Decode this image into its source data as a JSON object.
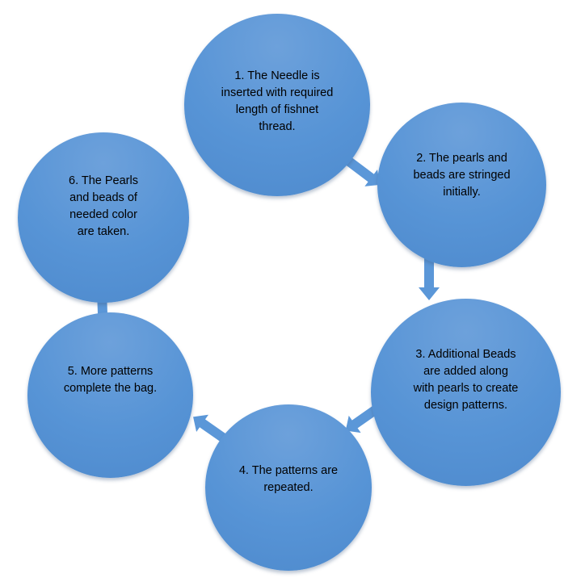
{
  "steps": [
    {
      "label": "1. The Needle is\ninserted with required\nlength of fishnet\nthread."
    },
    {
      "label": "2. The pearls and\nbeads are stringed\ninitially."
    },
    {
      "label": "3. Additional Beads\nare added along\nwith pearls to create\ndesign patterns."
    },
    {
      "label": "4. The patterns are\nrepeated."
    },
    {
      "label": "5. More patterns\ncomplete the bag."
    },
    {
      "label": "6. The Pearls\nand beads of\nneeded color\nare taken."
    }
  ],
  "colors": {
    "circle": "#5b97d8",
    "arrow": "#5b97d8",
    "text": "#000000"
  }
}
